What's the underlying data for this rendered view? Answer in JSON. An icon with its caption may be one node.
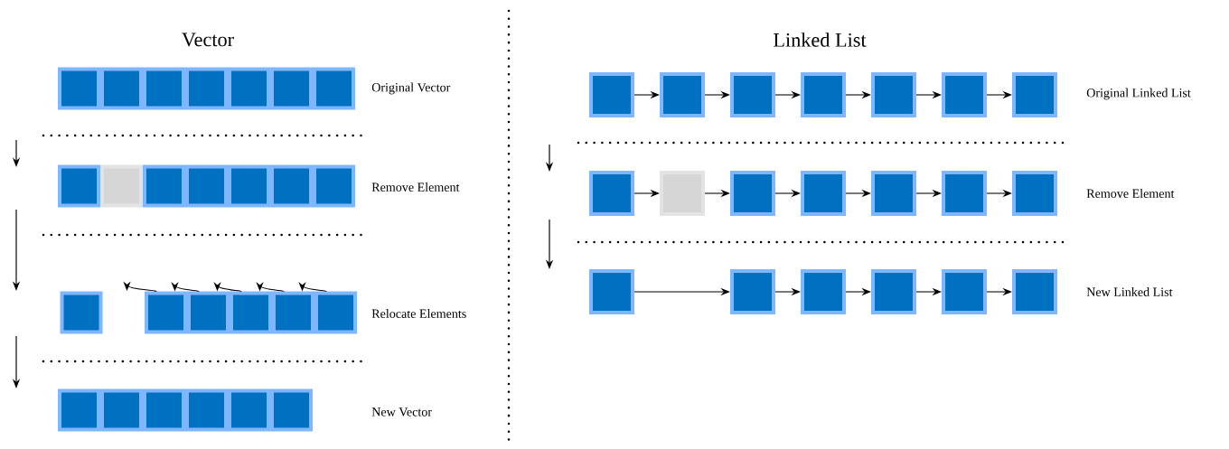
{
  "diagram": {
    "nodes": [
      {
        "text": [],
        "shape": "box"
      },
      {
        "text": [],
        "shape": "box"
      },
      {
        "text": [],
        "shape": "box"
      },
      {
        "text": [],
        "shape": "box"
      },
      {
        "text": [],
        "shape": "box"
      },
      {
        "text": [],
        "shape": "box"
      },
      {
        "text": [],
        "shape": "box"
      },
      {
        "text": [],
        "shape": "box"
      },
      {
        "text": [],
        "shape": "box"
      },
      {
        "text": [],
        "shape": "box"
      },
      {
        "text": [],
        "shape": "box"
      },
      {
        "text": [],
        "shape": "box"
      },
      {
        "text": [],
        "shape": "box"
      },
      {
        "text": [],
        "shape": "box"
      },
      {
        "text": [],
        "shape": "box"
      },
      {
        "text": [],
        "shape": "box"
      },
      {
        "text": [],
        "shape": "box"
      },
      {
        "text": [],
        "shape": "box"
      },
      {
        "text": [],
        "shape": "box"
      },
      {
        "text": [],
        "shape": "box"
      },
      {
        "text": [],
        "shape": "box"
      },
      {
        "text": [],
        "shape": "box"
      },
      {
        "text": [],
        "shape": "box"
      },
      {
        "text": [],
        "shape": "box"
      },
      {
        "text": [],
        "shape": "box"
      },
      {
        "text": [],
        "shape": "box"
      },
      {
        "text": [],
        "shape": "box"
      },
      {
        "text": [],
        "shape": "box"
      },
      {
        "text": [],
        "shape": "box"
      },
      {
        "text": [],
        "shape": "box"
      },
      {
        "text": [],
        "shape": "box"
      },
      {
        "text": [],
        "shape": "box"
      },
      {
        "text": [],
        "shape": "box"
      },
      {
        "text": [],
        "shape": "box"
      },
      {
        "text": [],
        "shape": "box"
      },
      {
        "text": [],
        "shape": "box"
      },
      {
        "text": [],
        "shape": "box"
      },
      {
        "text": [],
        "shape": "box"
      },
      {
        "text": [],
        "shape": "box"
      },
      {
        "text": [],
        "shape": "box"
      },
      {
        "text": [],
        "shape": "box"
      },
      {
        "text": [],
        "shape": "box"
      },
      {
        "text": [],
        "shape": "box"
      },
      {
        "text": [],
        "shape": "box"
      },
      {
        "text": [],
        "shape": "box"
      },
      {
        "text": [],
        "shape": "box"
      }
    ],
    "edges": [
      {
        "from": 15,
        "to": null,
        "arrow": "to"
      },
      {
        "from": 16,
        "to": 15,
        "arrow": "to"
      },
      {
        "from": 17,
        "to": 16,
        "arrow": "to"
      },
      {
        "from": 18,
        "to": 17,
        "arrow": "to"
      },
      {
        "from": 19,
        "to": 18,
        "arrow": "to"
      },
      {
        "from": 26,
        "to": 27,
        "arrow": "to"
      },
      {
        "from": 27,
        "to": 28,
        "arrow": "to"
      },
      {
        "from": 28,
        "to": 29,
        "arrow": "to"
      },
      {
        "from": 29,
        "to": 30,
        "arrow": "to"
      },
      {
        "from": 30,
        "to": 31,
        "arrow": "to"
      },
      {
        "from": 31,
        "to": 32,
        "arrow": "to"
      },
      {
        "from": 33,
        "to": 34,
        "arrow": "to"
      },
      {
        "from": 34,
        "to": 35,
        "arrow": "to"
      },
      {
        "from": 35,
        "to": 36,
        "arrow": "to"
      },
      {
        "from": 36,
        "to": 37,
        "arrow": "to"
      },
      {
        "from": 37,
        "to": 38,
        "arrow": "to"
      },
      {
        "from": 38,
        "to": 39,
        "arrow": "to"
      },
      {
        "from": 40,
        "to": 41,
        "arrow": "to"
      },
      {
        "from": 41,
        "to": 42,
        "arrow": "to"
      },
      {
        "from": 42,
        "to": 43,
        "arrow": "to"
      },
      {
        "from": 43,
        "to": 44,
        "arrow": "to"
      },
      {
        "from": 44,
        "to": 45,
        "arrow": "to"
      }
    ],
    "labels": [
      "Vector",
      "Linked List",
      "Original Vector",
      "Original Linked List",
      "Remove Element",
      "Remove Element",
      "Relocate Elements",
      "New Linked List",
      "New Vector"
    ]
  }
}
